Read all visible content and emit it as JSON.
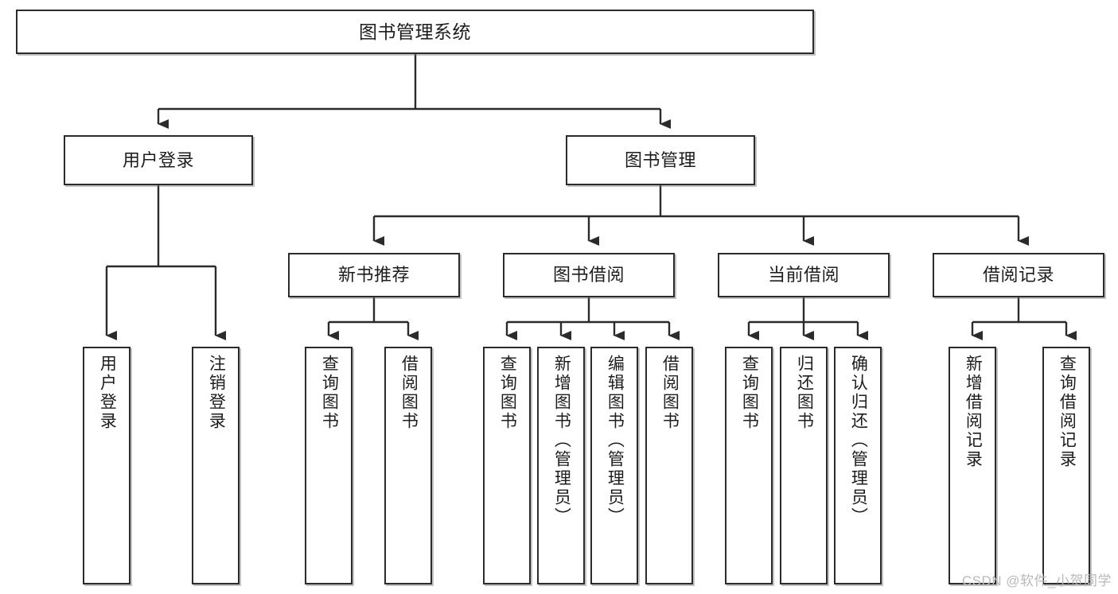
{
  "diagram": {
    "title": "图书管理系统",
    "type": "hierarchy-tree",
    "root": {
      "id": "root",
      "label": "图书管理系统"
    },
    "level2": [
      {
        "id": "user-login",
        "label": "用户登录"
      },
      {
        "id": "book-management",
        "label": "图书管理"
      }
    ],
    "level3": [
      {
        "id": "new-book-recommend",
        "label": "新书推荐"
      },
      {
        "id": "book-borrow",
        "label": "图书借阅"
      },
      {
        "id": "current-borrow",
        "label": "当前借阅"
      },
      {
        "id": "borrow-record",
        "label": "借阅记录"
      }
    ],
    "leaves": {
      "user_login": [
        {
          "id": "leaf-user-login",
          "label": "用户登录"
        },
        {
          "id": "leaf-logout",
          "label": "注销登录"
        }
      ],
      "new_book_recommend": [
        {
          "id": "leaf-query-book-1",
          "label": "查询图书"
        },
        {
          "id": "leaf-borrow-book-1",
          "label": "借阅图书"
        }
      ],
      "book_borrow": [
        {
          "id": "leaf-query-book-2",
          "label": "查询图书"
        },
        {
          "id": "leaf-add-book",
          "label": "新增图书（管理员）"
        },
        {
          "id": "leaf-edit-book",
          "label": "编辑图书（管理员）"
        },
        {
          "id": "leaf-borrow-book-2",
          "label": "借阅图书"
        }
      ],
      "current_borrow": [
        {
          "id": "leaf-query-book-3",
          "label": "查询图书"
        },
        {
          "id": "leaf-return-book",
          "label": "归还图书"
        },
        {
          "id": "leaf-confirm-return",
          "label": "确认归还（管理员）"
        }
      ],
      "borrow_record": [
        {
          "id": "leaf-add-record",
          "label": "新增借阅记录"
        },
        {
          "id": "leaf-query-record",
          "label": "查询借阅记录"
        }
      ]
    }
  },
  "watermark": {
    "text": "CSDN @软件_小贺同学"
  },
  "colors": {
    "stroke": "#2b2b2b",
    "fill": "#ffffff",
    "text": "#1d1d1d",
    "watermark": "#b9b9b9"
  }
}
